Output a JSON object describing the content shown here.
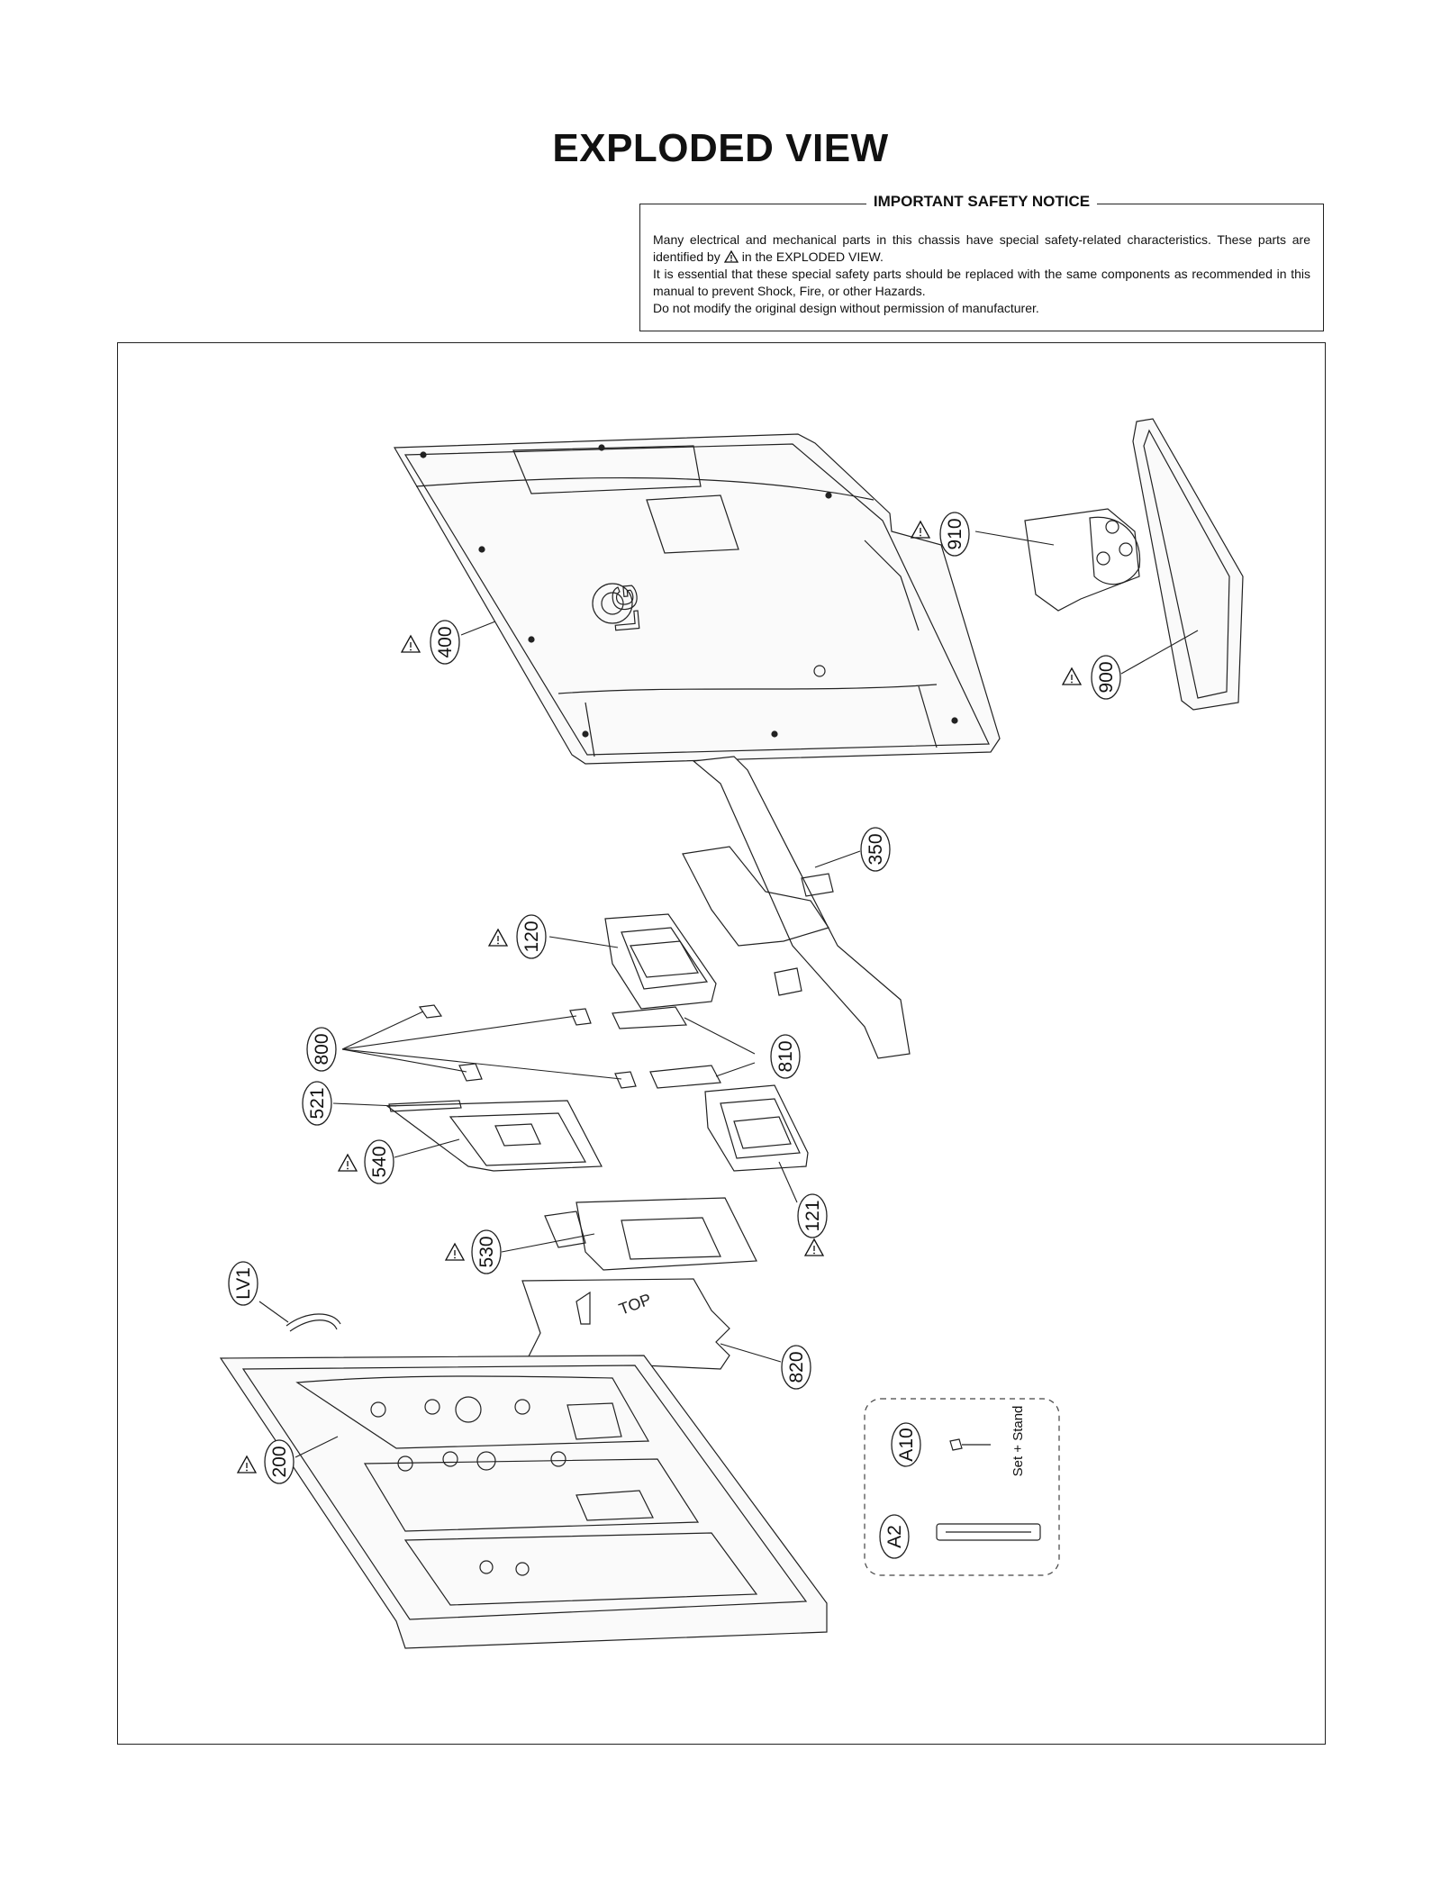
{
  "page": {
    "title": "EXPLODED VIEW"
  },
  "notice": {
    "heading": "IMPORTANT SAFETY NOTICE",
    "line1": "Many electrical and mechanical parts in this chassis have special safety-related characteristics. These parts are identified by",
    "line1_end": "in the EXPLODED VIEW.",
    "line2": "It is essential that these special safety parts should be replaced with the same components as recommended in this manual to prevent Shock, Fire, or other Hazards.",
    "line3": "Do not modify the original design without permission of manufacturer."
  },
  "parts": {
    "p400": "400",
    "p910": "910",
    "p900": "900",
    "p350": "350",
    "p120": "120",
    "p800": "800",
    "p810": "810",
    "p521": "521",
    "p540": "540",
    "p121": "121",
    "p530": "530",
    "pLV1": "LV1",
    "p820": "820",
    "p200": "200",
    "pA10": "A10",
    "pA2": "A2"
  },
  "accessory": {
    "caption": "Set + Stand"
  },
  "artwork": {
    "back_logo": "LG",
    "panel_tag": "TOP"
  }
}
